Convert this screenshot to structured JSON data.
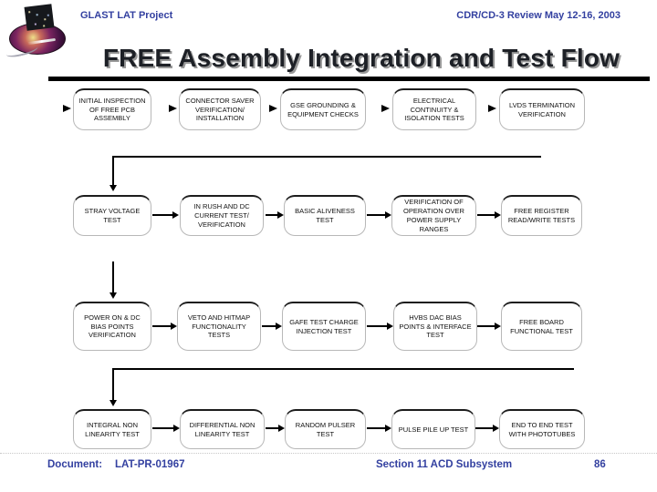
{
  "slide": {
    "header": {
      "project_label": "GLAST LAT Project",
      "review_label": "CDR/CD-3 Review May 12-16, 2003"
    },
    "title": "FREE Assembly Integration and Test Flow",
    "footer": {
      "document_label": "Document:",
      "document_number": "LAT-PR-01967",
      "section_label": "Section 11 ACD Subsystem",
      "page_number": "86"
    },
    "logo_name": "glast-mission-logo",
    "colors": {
      "header_footer_blue": "#3340a0",
      "title_text": "#1d2026",
      "title_shadow": "#999999",
      "title_bar": "#000000",
      "flow_lines": "#000000",
      "box_border": "#b8b8b8",
      "background": "#ffffff"
    }
  },
  "flow": {
    "rows": [
      {
        "boxes": [
          {
            "label": "INITIAL INSPECTION OF FREE PCB ASSEMBLY"
          },
          {
            "label": "CONNECTOR SAVER VERIFICATION/ INSTALLATION"
          },
          {
            "label": "GSE GROUNDING & EQUIPMENT CHECKS"
          },
          {
            "label": "ELECTRICAL CONTINUITY & ISOLATION TESTS"
          },
          {
            "label": "LVDS TERMINATION VERIFICATION"
          }
        ]
      },
      {
        "boxes": [
          {
            "label": "STRAY VOLTAGE TEST"
          },
          {
            "label": "IN RUSH AND DC CURRENT TEST/ VERIFICATION"
          },
          {
            "label": "BASIC ALIVENESS TEST"
          },
          {
            "label": "VERIFICATION OF OPERATION OVER POWER SUPPLY RANGES"
          },
          {
            "label": "FREE REGISTER READ/WRITE TESTS"
          }
        ]
      },
      {
        "boxes": [
          {
            "label": "POWER ON & DC BIAS POINTS VERIFICATION"
          },
          {
            "label": "VETO AND HITMAP FUNCTIONALITY TESTS"
          },
          {
            "label": "GAFE TEST CHARGE INJECTION TEST"
          },
          {
            "label": "HVBS DAC BIAS POINTS & INTERFACE TEST"
          },
          {
            "label": "FREE BOARD FUNCTIONAL TEST"
          }
        ]
      },
      {
        "boxes": [
          {
            "label": "INTEGRAL NON LINEARITY TEST"
          },
          {
            "label": "DIFFERENTIAL NON LINEARITY TEST"
          },
          {
            "label": "RANDOM PULSER TEST"
          },
          {
            "label": "PULSE PILE UP TEST"
          },
          {
            "label": "END TO END TEST WITH PHOTOTUBES"
          }
        ]
      }
    ]
  }
}
